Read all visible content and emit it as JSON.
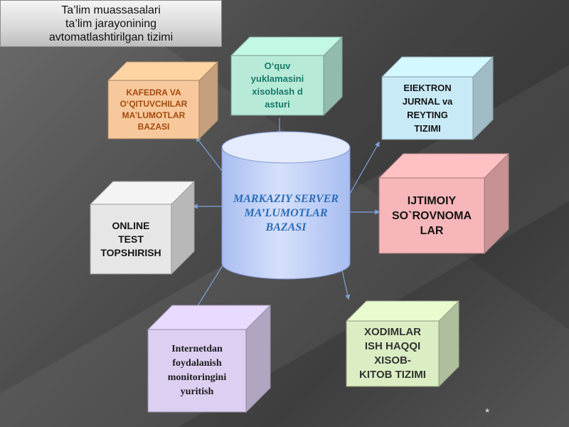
{
  "title": "Ta’lim   muassasalari\nta’lim  jarayonining\navtomatlashtirilgan  tizimi",
  "center": {
    "label": "MARKAZIY SERVER\nMA’LUMOTLAR\nBAZASI",
    "color": "#c3d1f7"
  },
  "nodes": {
    "kafedra": {
      "label": "KAFEDRA VA\nO‘QITUVCHILAR\nMA’LUMOTLAR\nBAZASI",
      "color": "#f7c89b"
    },
    "yuklama": {
      "label": "O‘quv\nyuklamasini\nxisoblash d\nasturi",
      "color": "#b8ead8"
    },
    "jurnal": {
      "label": "EIEKTRON\nJURNAL va\nREYTING\nTIZIMI",
      "color": "#c8eaf6"
    },
    "sorovnoma": {
      "label": "IJTIMOIY\nSO`ROVNOMA\nLAR",
      "color": "#f7b6b9"
    },
    "online_test": {
      "label": "ONLINE\nTEST\nTOPSHIRISH",
      "color": "#e6e6e6"
    },
    "internet": {
      "label": "Internetdan\nfoydalanish\n monitoringini\nyuritish",
      "color": "#dccff2"
    },
    "xodimlar": {
      "label": "XODIMLAR\nISH HAQQI\nXISOB-\nKITOB TIZIMI",
      "color": "#dbeec3"
    }
  },
  "footer_mark": "*"
}
